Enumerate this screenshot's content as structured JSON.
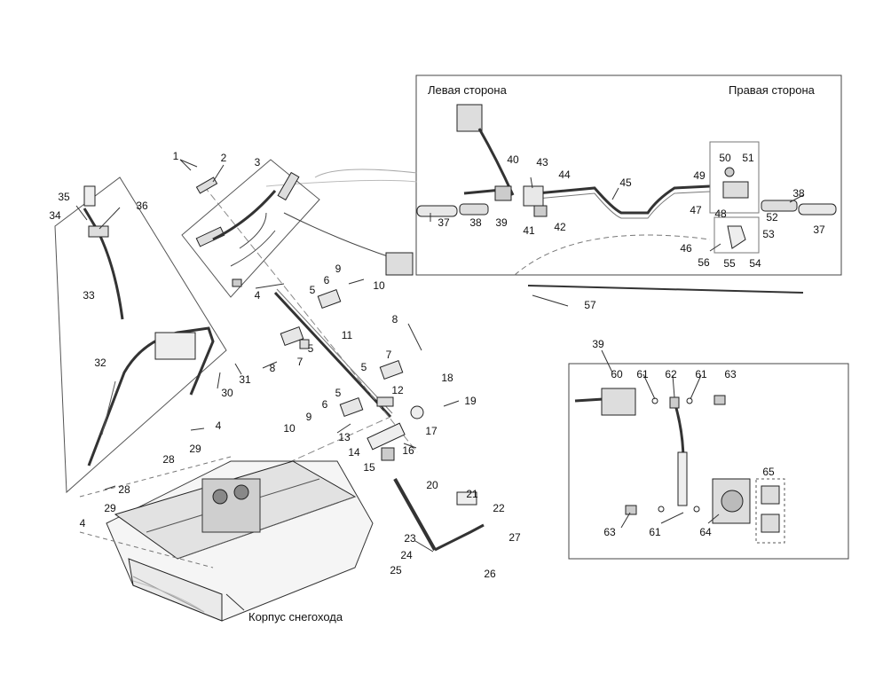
{
  "captions": {
    "left_side": "Левая сторона",
    "right_side": "Правая сторона",
    "body": "Корпус снегохода"
  },
  "callouts": [
    {
      "id": "c1",
      "text": "1"
    },
    {
      "id": "c2",
      "text": "2"
    },
    {
      "id": "c3",
      "text": "3"
    },
    {
      "id": "c4a",
      "text": "4"
    },
    {
      "id": "c4b",
      "text": "4"
    },
    {
      "id": "c4c",
      "text": "4"
    },
    {
      "id": "c5a",
      "text": "5"
    },
    {
      "id": "c5b",
      "text": "5"
    },
    {
      "id": "c5c",
      "text": "5"
    },
    {
      "id": "c5d",
      "text": "5"
    },
    {
      "id": "c6a",
      "text": "6"
    },
    {
      "id": "c6b",
      "text": "6"
    },
    {
      "id": "c7a",
      "text": "7"
    },
    {
      "id": "c7b",
      "text": "7"
    },
    {
      "id": "c8a",
      "text": "8"
    },
    {
      "id": "c8b",
      "text": "8"
    },
    {
      "id": "c9a",
      "text": "9"
    },
    {
      "id": "c9b",
      "text": "9"
    },
    {
      "id": "c10a",
      "text": "10"
    },
    {
      "id": "c10b",
      "text": "10"
    },
    {
      "id": "c11",
      "text": "11"
    },
    {
      "id": "c12",
      "text": "12"
    },
    {
      "id": "c13",
      "text": "13"
    },
    {
      "id": "c14",
      "text": "14"
    },
    {
      "id": "c15",
      "text": "15"
    },
    {
      "id": "c16",
      "text": "16"
    },
    {
      "id": "c17",
      "text": "17"
    },
    {
      "id": "c18",
      "text": "18"
    },
    {
      "id": "c19",
      "text": "19"
    },
    {
      "id": "c20",
      "text": "20"
    },
    {
      "id": "c21",
      "text": "21"
    },
    {
      "id": "c22",
      "text": "22"
    },
    {
      "id": "c23",
      "text": "23"
    },
    {
      "id": "c24",
      "text": "24"
    },
    {
      "id": "c25",
      "text": "25"
    },
    {
      "id": "c26",
      "text": "26"
    },
    {
      "id": "c27",
      "text": "27"
    },
    {
      "id": "c28a",
      "text": "28"
    },
    {
      "id": "c28b",
      "text": "28"
    },
    {
      "id": "c29a",
      "text": "29"
    },
    {
      "id": "c29b",
      "text": "29"
    },
    {
      "id": "c30",
      "text": "30"
    },
    {
      "id": "c31",
      "text": "31"
    },
    {
      "id": "c32",
      "text": "32"
    },
    {
      "id": "c33",
      "text": "33"
    },
    {
      "id": "c34",
      "text": "34"
    },
    {
      "id": "c35",
      "text": "35"
    },
    {
      "id": "c36",
      "text": "36"
    },
    {
      "id": "c37a",
      "text": "37"
    },
    {
      "id": "c37b",
      "text": "37"
    },
    {
      "id": "c38a",
      "text": "38"
    },
    {
      "id": "c38b",
      "text": "38"
    },
    {
      "id": "c39a",
      "text": "39"
    },
    {
      "id": "c39b",
      "text": "39"
    },
    {
      "id": "c40",
      "text": "40"
    },
    {
      "id": "c41",
      "text": "41"
    },
    {
      "id": "c42",
      "text": "42"
    },
    {
      "id": "c43",
      "text": "43"
    },
    {
      "id": "c44",
      "text": "44"
    },
    {
      "id": "c45",
      "text": "45"
    },
    {
      "id": "c46",
      "text": "46"
    },
    {
      "id": "c47",
      "text": "47"
    },
    {
      "id": "c48",
      "text": "48"
    },
    {
      "id": "c49",
      "text": "49"
    },
    {
      "id": "c50",
      "text": "50"
    },
    {
      "id": "c51",
      "text": "51"
    },
    {
      "id": "c52",
      "text": "52"
    },
    {
      "id": "c53",
      "text": "53"
    },
    {
      "id": "c54",
      "text": "54"
    },
    {
      "id": "c55",
      "text": "55"
    },
    {
      "id": "c56",
      "text": "56"
    },
    {
      "id": "c57",
      "text": "57"
    },
    {
      "id": "c60",
      "text": "60"
    },
    {
      "id": "c61a",
      "text": "61"
    },
    {
      "id": "c61b",
      "text": "61"
    },
    {
      "id": "c61c",
      "text": "61"
    },
    {
      "id": "c62",
      "text": "62"
    },
    {
      "id": "c63a",
      "text": "63"
    },
    {
      "id": "c63b",
      "text": "63"
    },
    {
      "id": "c64",
      "text": "64"
    },
    {
      "id": "c65",
      "text": "65"
    }
  ]
}
